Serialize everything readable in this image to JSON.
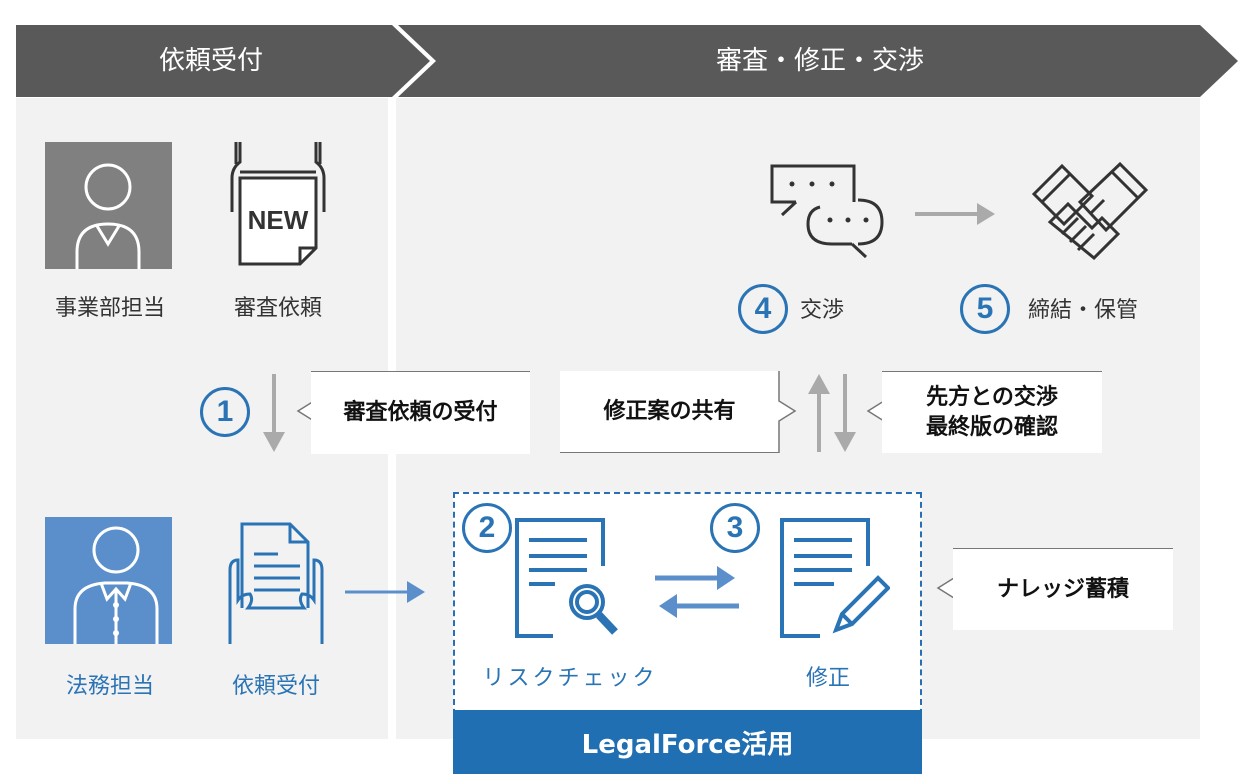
{
  "header": {
    "stage1": "依頼受付",
    "stage2": "審査・修正・交渉"
  },
  "left_panel": {
    "top_row": [
      {
        "label": "事業部担当",
        "icon": "business-person-icon"
      },
      {
        "label": "審査依頼",
        "icon": "new-document-icon"
      }
    ],
    "bottom_row": [
      {
        "label": "法務担当",
        "icon": "legal-person-icon"
      },
      {
        "label": "依頼受付",
        "icon": "document-in-hands-icon"
      }
    ]
  },
  "steps": {
    "step1": {
      "number": "1",
      "callout": "審査依頼の受付"
    },
    "step2": {
      "number": "2",
      "label": "リスクチェック"
    },
    "step3": {
      "number": "3",
      "label": "修正"
    },
    "step4": {
      "number": "4",
      "label": "交渉"
    },
    "step5": {
      "number": "5",
      "label": "締結・保管"
    }
  },
  "callouts": {
    "share": "修正案の共有",
    "negotiate_line1": "先方との交渉",
    "negotiate_line2": "最終版の確認",
    "knowledge": "ナレッジ蓄積"
  },
  "legalforce": {
    "label": "LegalForce活用"
  },
  "colors": {
    "header": "#595959",
    "panel": "#f2f2f2",
    "accent_blue": "#2a74b5",
    "bar_blue": "#1f6fb2",
    "arrow_gray": "#aaaaaa"
  }
}
